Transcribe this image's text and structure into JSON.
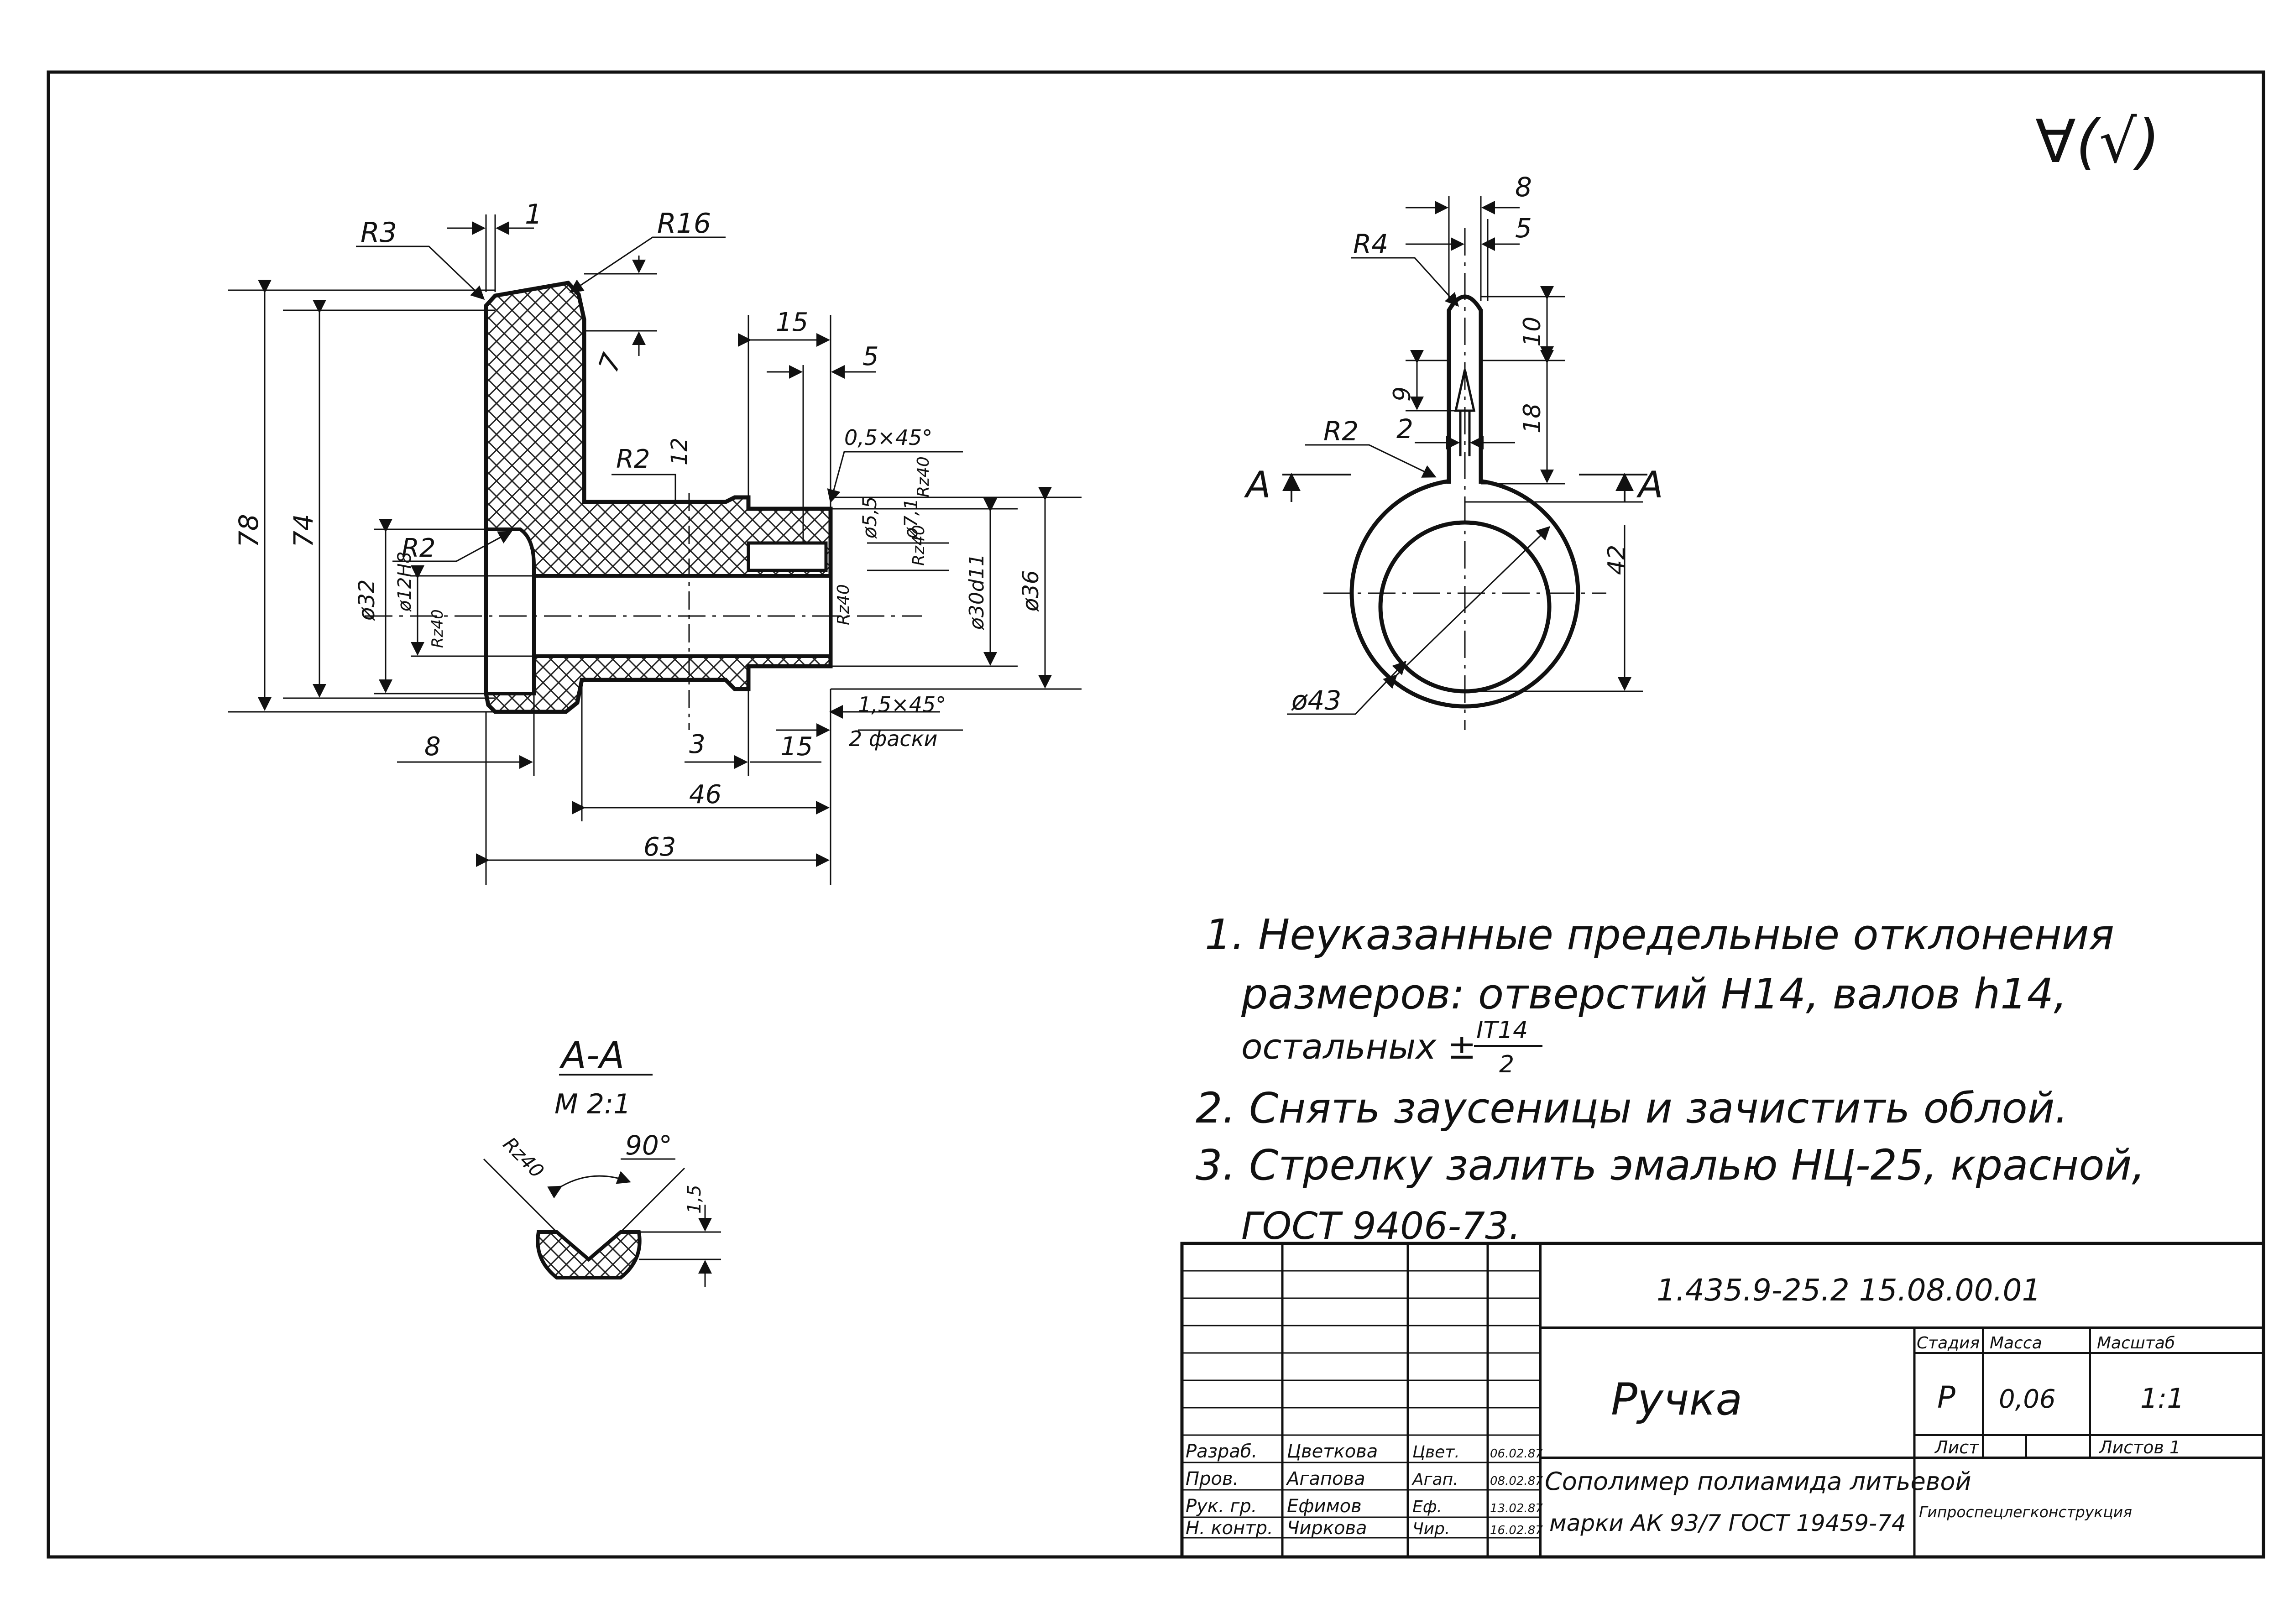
{
  "corner_symbol": "∀(√)",
  "left_view": {
    "dims": {
      "r3": "R3",
      "one": "1",
      "r16": "R16",
      "seven": "7",
      "fifteen_top": "15",
      "five_top": "5",
      "chamfer_05": "0,5×45°",
      "r2_upper": "R2",
      "twelve": "12",
      "d55": "ø5,5",
      "d7": "ø7,1",
      "rz40_top": "Rz40",
      "rz40_mid": "Rz40",
      "rz40_right": "Rz40",
      "r2_lower": "R2",
      "d12": "ø12H8",
      "rz40_left": "Rz40",
      "d32": "ø32",
      "d30": "ø30d11",
      "d36": "ø36",
      "h78": "78",
      "h74": "74",
      "chamfer_15": "1,5×45°",
      "two_chamfers": "2 фаски",
      "three": "3",
      "fifteen_bottom": "15",
      "eight": "8",
      "forty_six": "46",
      "sixty_three": "63"
    }
  },
  "right_view": {
    "dims": {
      "eight": "8",
      "five": "5",
      "r4": "R4",
      "ten": "10",
      "nine": "9",
      "eighteen": "18",
      "r2": "R2",
      "two": "2",
      "section_left": "А",
      "section_right": "А",
      "d42": "42",
      "d43": "ø43"
    }
  },
  "section_view": {
    "title": "А-А",
    "scale": "М 2:1",
    "rz": "Rz40",
    "angle": "90°",
    "depth": "1,5"
  },
  "notes": [
    "1. Неуказанные предельные отклонения",
    "размеров: отверстий Н14, валов h14,",
    "остальных ±",
    "2. Снять заусеницы и зачистить облой.",
    "3. Стрелку залить эмалью НЦ-25, красной,",
    "ГОСТ 9406-73."
  ],
  "tolerance_fraction": {
    "numerator": "IT14",
    "denominator": "2"
  },
  "title_block": {
    "doc_code": "1.435.9-25.2   15.08.00.01",
    "part_name": "Ручка",
    "stage_header": "Стадия",
    "mass_header": "Масса",
    "scale_header": "Масштаб",
    "stage": "Р",
    "mass": "0,06",
    "scale": "1:1",
    "sheet_label": "Лист",
    "sheets_label": "Листов 1",
    "material_line1": "Сополимер полиамида литьевой",
    "material_line2": "марки АК 93/7 ГОСТ 19459-74",
    "organization": "Гипроспецлегконструкция",
    "rows": [
      {
        "role": "Разраб.",
        "name": "Цветкова",
        "sign": "Цвет.",
        "date": "06.02.87"
      },
      {
        "role": "Пров.",
        "name": "Агапова",
        "sign": "Агап.",
        "date": "08.02.87"
      },
      {
        "role": "Рук. гр.",
        "name": "Ефимов",
        "sign": "Еф.",
        "date": "13.02.87"
      },
      {
        "role": "Н. контр.",
        "name": "Чиркова",
        "sign": "Чир.",
        "date": "16.02.87"
      }
    ]
  }
}
